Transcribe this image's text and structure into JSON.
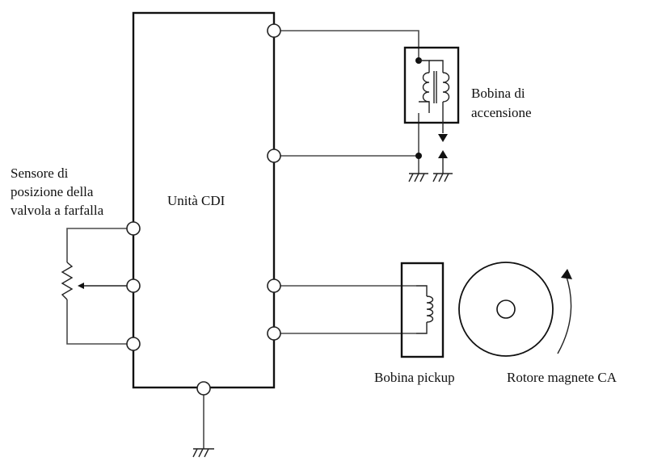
{
  "labels": {
    "cdi_unit": "Unità CDI",
    "ignition_coil_line1": "Bobina di",
    "ignition_coil_line2": "accensione",
    "throttle_sensor_line1": "Sensore di",
    "throttle_sensor_line2": "posizione della",
    "throttle_sensor_line3": "valvola a farfalla",
    "pickup_coil": "Bobina pickup",
    "ac_magneto_rotor": "Rotore magnete CA"
  },
  "colors": {
    "lines": "#111111",
    "wires": "#4a4a4a",
    "background": "#ffffff"
  },
  "icons": {
    "ground": "ground-icon",
    "spark_plug": "spark-gap-icon",
    "rotation": "rotation-arrow-icon",
    "coil": "inductor-icon",
    "potentiometer": "potentiometer-icon"
  }
}
